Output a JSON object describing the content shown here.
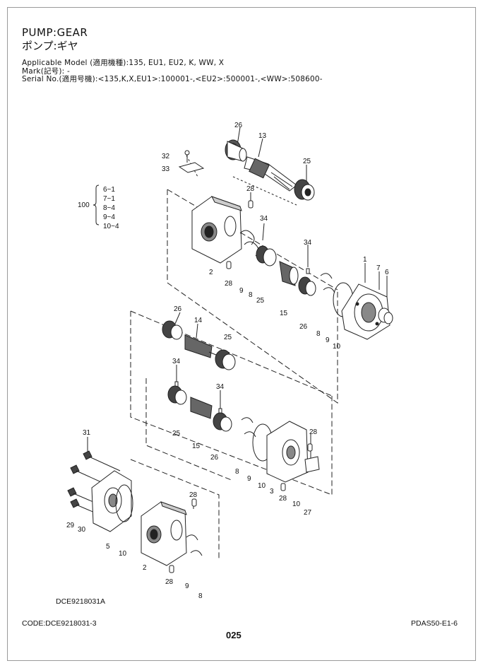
{
  "header": {
    "title_en": "PUMP:GEAR",
    "title_jp": "ポンプ:ギヤ",
    "applicable_model": "Applicable Model (適用機種):135, EU1, EU2, K, WW, X",
    "mark": "Mark(記号): -",
    "serial": "Serial No.(適用号機):<135,K,X,EU1>:100001-,<EU2>:500001-,<WW>:508600-"
  },
  "diagram": {
    "group_label": "100",
    "group_items": [
      "6~1",
      "7~1",
      "8~4",
      "9~4",
      "10~4"
    ],
    "callouts": [
      "26",
      "13",
      "32",
      "33",
      "25",
      "28",
      "34",
      "34",
      "1",
      "7",
      "6",
      "2",
      "28",
      "9",
      "8",
      "25",
      "15",
      "26",
      "8",
      "9",
      "10",
      "26",
      "14",
      "25",
      "34",
      "34",
      "25",
      "15",
      "26",
      "28",
      "8",
      "9",
      "10",
      "3",
      "28",
      "10",
      "27",
      "31",
      "28",
      "29",
      "30",
      "5",
      "10",
      "2",
      "28",
      "9",
      "8"
    ],
    "code": "DCE9218031A"
  },
  "footer": {
    "code": "CODE:DCE9218031-3",
    "page": "025",
    "ref": "PDAS50-E1-6"
  }
}
